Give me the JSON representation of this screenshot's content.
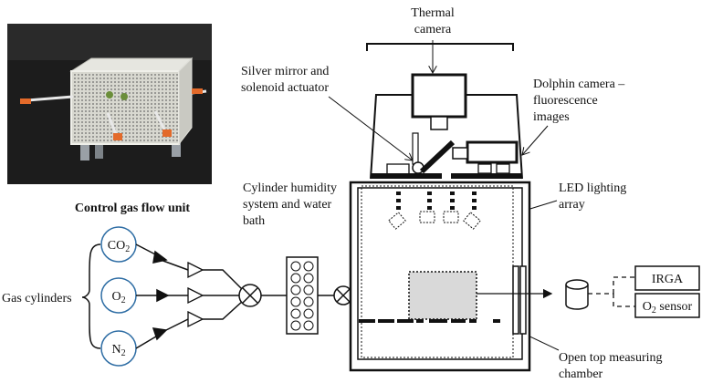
{
  "labels": {
    "thermal_camera": [
      "Thermal",
      "camera"
    ],
    "silver_mirror": [
      "Silver mirror and",
      "solenoid actuator"
    ],
    "dolphin_camera": [
      "Dolphin camera –",
      "fluorescence",
      "images"
    ],
    "led_array": [
      "LED lighting",
      "array"
    ],
    "control_unit": "Control gas flow unit",
    "humidity": [
      "Cylinder humidity",
      "system and water",
      "bath"
    ],
    "gas_cylinders": "Gas cylinders",
    "chamber": [
      "Open top measuring",
      "chamber"
    ],
    "irga": "IRGA",
    "o2_sensor": {
      "main": "O",
      "sub": "2",
      "rest": " sensor"
    }
  },
  "gases": [
    {
      "main": "CO",
      "sub": "2"
    },
    {
      "main": "O",
      "sub": "2"
    },
    {
      "main": "N",
      "sub": "2"
    }
  ],
  "colors": {
    "gas_circle": "#2e6da4",
    "chamber_fill": "#d9d9d9",
    "photo_bg": "#1c1c1c"
  }
}
